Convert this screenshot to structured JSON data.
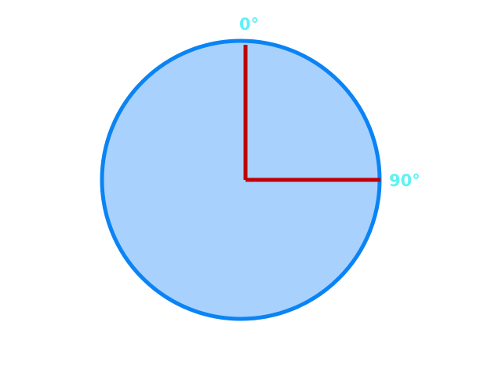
{
  "diagram": {
    "labels": {
      "top": "0°",
      "right": "90°"
    },
    "angles_deg": {
      "start": 0,
      "end": 90
    },
    "colors": {
      "circle_fill": "#a9d1fe",
      "circle_stroke": "#0a84f4",
      "radius_lines": "#c00008",
      "labels": "#5ef2f5",
      "background": "#ffffff"
    }
  }
}
